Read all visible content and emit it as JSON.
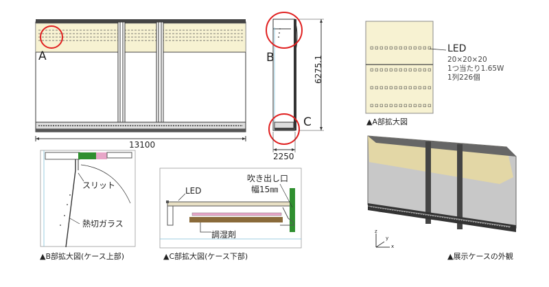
{
  "front_elevation": {
    "callout_a": "A",
    "width_dim": "13100"
  },
  "section_view": {
    "callout_b": "B",
    "callout_c": "C",
    "height_dim": "6275.1",
    "depth_dim": "2250"
  },
  "detail_a": {
    "led_label": "LED",
    "led_spec_lines": [
      "20×20×20",
      "1つ当たり1.65W",
      "1列226個"
    ],
    "caption": "▲A部拡大図"
  },
  "detail_b": {
    "slit_label": "スリット",
    "glass_label": "熱切ガラス",
    "caption": "▲B部拡大図(ケース上部)"
  },
  "detail_c": {
    "led_label": "LED",
    "outlet_label": "吹き出し口",
    "outlet_width": "幅15㎜",
    "humidity_label": "調湿剤",
    "caption": "▲C部拡大図(ケース下部)"
  },
  "exterior_view": {
    "caption": "▲展示ケースの外観",
    "axes": [
      "z",
      "y",
      "x"
    ]
  },
  "colors": {
    "highlight_red": "#e02020",
    "led_panel": "#f7f2d2",
    "green_part": "#2f8f2f",
    "pink_part": "#e8a6c8",
    "brown_part": "#8a6a3a"
  }
}
